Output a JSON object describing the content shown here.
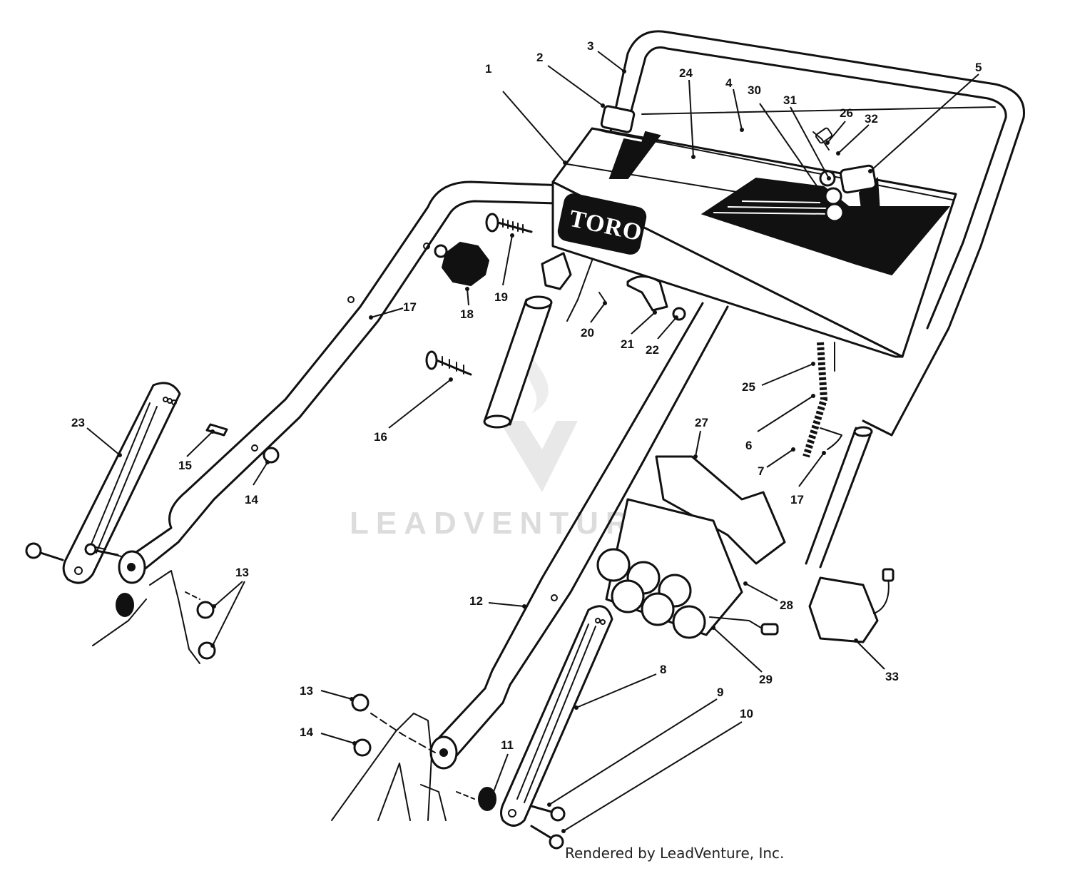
{
  "diagram": {
    "logo_text": "TORO",
    "watermark": "LEADVENTURE",
    "footer": "Rendered by LeadVenture, Inc.",
    "callouts": {
      "c1": "1",
      "c2": "2",
      "c3": "3",
      "c4": "4",
      "c5": "5",
      "c6": "6",
      "c7": "7",
      "c8": "8",
      "c9": "9",
      "c10": "10",
      "c11": "11",
      "c12": "12",
      "c13a": "13",
      "c13b": "13",
      "c14a": "14",
      "c14b": "14",
      "c15": "15",
      "c16": "16",
      "c17a": "17",
      "c17b": "17",
      "c18": "18",
      "c19": "19",
      "c20": "20",
      "c21": "21",
      "c22": "22",
      "c23": "23",
      "c24": "24",
      "c25": "25",
      "c26": "26",
      "c27": "27",
      "c28": "28",
      "c29": "29",
      "c30": "30",
      "c31": "31",
      "c32": "32",
      "c33": "33"
    }
  }
}
